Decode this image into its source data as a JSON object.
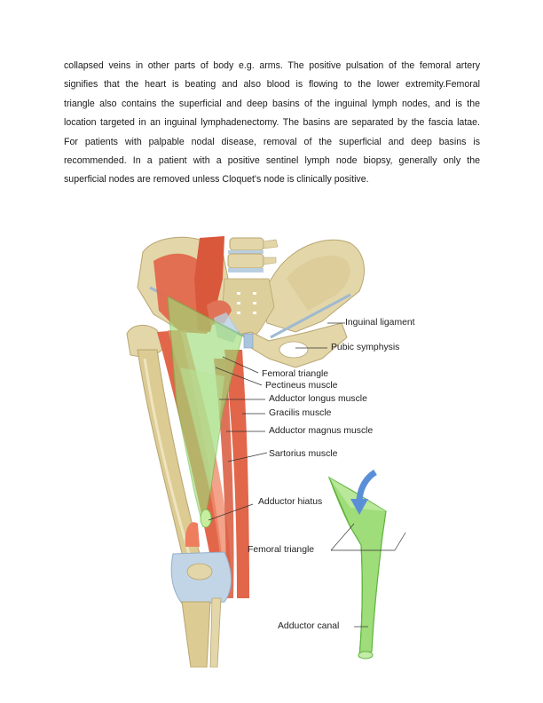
{
  "document": {
    "paragraph_lines": [
      "collapsed veins in other parts of body e.g. arms. The positive pulsation of the femoral artery",
      "signifies that the heart is beating and also blood is flowing to the lower extremity.Femoral",
      "triangle also contains the superficial and deep basins of the inguinal lymph nodes, and is the",
      "location targeted in an inguinal lymphadenectomy. The basins are separated by the fascia latae.",
      "For patients with palpable nodal disease, removal of the superficial and deep basins is",
      "recommended. In a patient with a positive sentinel lymph node biopsy, generally only the",
      "superficial nodes are removed  unless Cloquet's node is clinically positive."
    ]
  },
  "figure": {
    "labels": {
      "inguinal_ligament": "Inguinal ligament",
      "pubic_symphysis": "Pubic symphysis",
      "femoral_triangle": "Femoral triangle",
      "pectineus_muscle": "Pectineus muscle",
      "adductor_longus_muscle": "Adductor longus muscle",
      "gracilis_muscle": "Gracilis muscle",
      "adductor_magnus_muscle": "Adductor magnus muscle",
      "sartorius_muscle": "Sartorius muscle",
      "adductor_hiatus": "Adductor hiatus",
      "femoral_triangle_inset": "Femoral triangle",
      "adductor_canal": "Adductor canal"
    },
    "colors": {
      "bone": "#e3d6a8",
      "bone_shade": "#c9b77f",
      "muscle": "#e2664a",
      "muscle_light": "#ef8c6c",
      "ligament": "#b9cfe0",
      "canal_green": "#9fdc7a",
      "canal_green_dark": "#6cbf4a",
      "arrow_blue": "#5a8fd8",
      "leader_line": "#333333"
    }
  }
}
